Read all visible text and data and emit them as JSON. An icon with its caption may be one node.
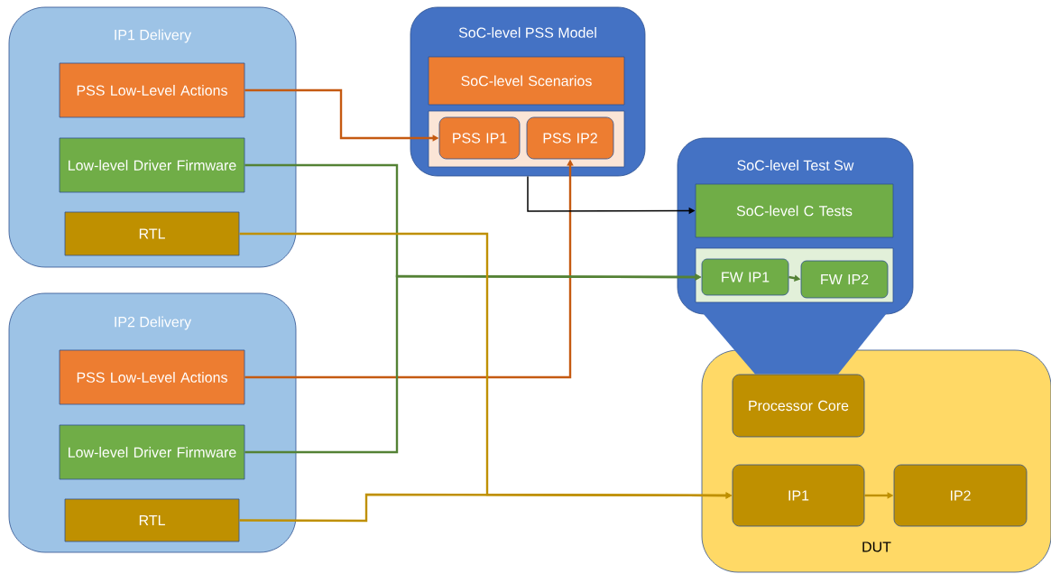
{
  "diagram": {
    "nodes": [
      {
        "text": [
          "IP1 Delivery"
        ]
      },
      {
        "text": [
          "PSS Low-Level Actions"
        ],
        "in": 0
      },
      {
        "text": [
          "Low-level Driver Firmware"
        ],
        "in": 0
      },
      {
        "text": [
          "RTL"
        ],
        "in": 0
      },
      {
        "text": [
          "IP2 Delivery"
        ]
      },
      {
        "text": [
          "PSS Low-Level Actions"
        ],
        "in": 4
      },
      {
        "text": [
          "Low-level Driver Firmware"
        ],
        "in": 4
      },
      {
        "text": [
          "RTL"
        ],
        "in": 4
      },
      {
        "text": [
          "SoC-level PSS Model"
        ]
      },
      {
        "text": [
          "SoC-level Scenarios"
        ],
        "in": 8
      },
      {
        "text": [],
        "shape": "box",
        "in": 8
      },
      {
        "text": [
          "PSS IP1"
        ],
        "in": 10
      },
      {
        "text": [
          "PSS IP2"
        ],
        "in": 10
      },
      {
        "text": [
          "SoC-level Test Sw"
        ]
      },
      {
        "text": [
          "SoC-level C Tests"
        ],
        "in": 13
      },
      {
        "text": [],
        "shape": "box",
        "in": 13
      },
      {
        "text": [
          "FW IP1"
        ],
        "in": 15
      },
      {
        "text": [
          "FW IP2"
        ],
        "in": 15
      },
      {
        "text": [
          "DUT"
        ]
      },
      {
        "text": [
          "Processor Core"
        ],
        "in": 18
      },
      {
        "text": [
          "IP1"
        ],
        "in": 18
      },
      {
        "text": [
          "IP2"
        ],
        "in": 18
      },
      {
        "text": [],
        "shape": "trapezoid"
      }
    ],
    "edges": [
      {
        "from": 1,
        "to": 11,
        "arrow": "to",
        "color": "#c55a11"
      },
      {
        "from": 5,
        "to": 12,
        "arrow": "to",
        "color": "#c55a11"
      },
      {
        "from": 2,
        "to": 16,
        "arrow": "to",
        "color": "#548235"
      },
      {
        "from": 6,
        "to": 16,
        "arrow": "to",
        "color": "#548235"
      },
      {
        "from": 3,
        "to": 20,
        "arrow": "to",
        "color": "#bf9000"
      },
      {
        "from": 7,
        "to": 20,
        "arrow": "to",
        "color": "#bf9000"
      },
      {
        "from": 8,
        "to": 14,
        "arrow": "to",
        "color": "#000000"
      },
      {
        "from": 16,
        "to": 17,
        "arrow": "to",
        "color": "#548235"
      },
      {
        "from": 20,
        "to": 21,
        "arrow": "to",
        "color": "#bf9000"
      }
    ]
  }
}
